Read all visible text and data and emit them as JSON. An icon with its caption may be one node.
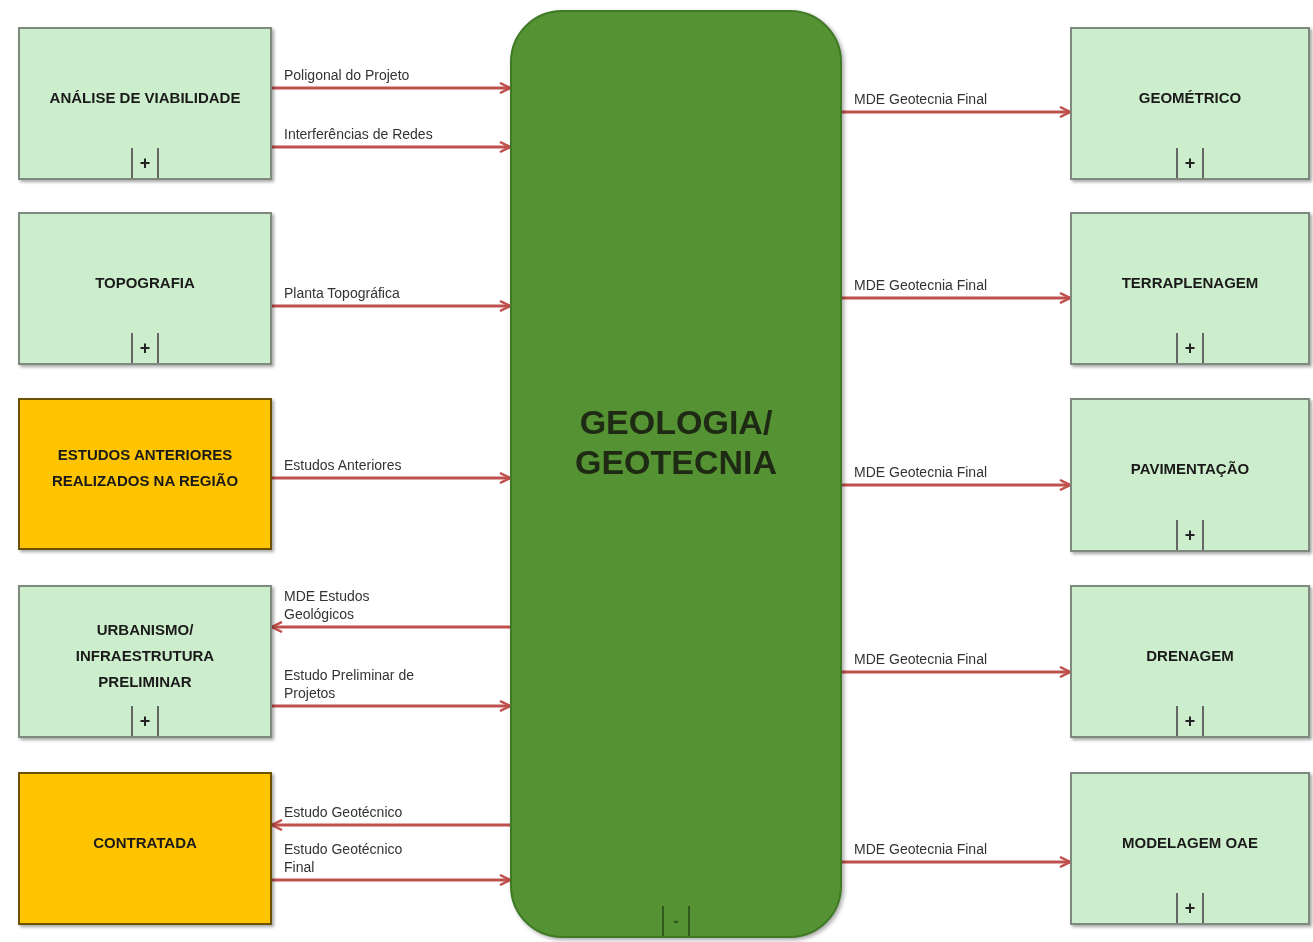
{
  "diagram": {
    "nodes": [
      {
        "text": [
          "ANÁLISE DE VIABILIDADE",
          "+"
        ]
      },
      {
        "text": [
          "TOPOGRAFIA",
          "+"
        ]
      },
      {
        "text": [
          "ESTUDOS ANTERIORES REALIZADOS NA REGIÃO"
        ]
      },
      {
        "text": [
          "URBANISMO/ INFRAESTRUTURA PRELIMINAR",
          "+"
        ]
      },
      {
        "text": [
          "CONTRATADA"
        ]
      },
      {
        "text": [
          "GEOLOGIA/ GEOTECNIA",
          "-"
        ]
      },
      {
        "text": [
          "GEOMÉTRICO",
          "+"
        ]
      },
      {
        "text": [
          "TERRAPLENAGEM",
          "+"
        ]
      },
      {
        "text": [
          "PAVIMENTAÇÃO",
          "+"
        ]
      },
      {
        "text": [
          "DRENAGEM",
          "+"
        ]
      },
      {
        "text": [
          "MODELAGEM OAE",
          "+"
        ]
      }
    ],
    "edges": [
      {
        "from": 0,
        "to": 5,
        "arrow": "to",
        "label": "Poligonal do Projeto"
      },
      {
        "from": 0,
        "to": 5,
        "arrow": "to",
        "label": "Interferências de Redes"
      },
      {
        "from": 1,
        "to": 5,
        "arrow": "to",
        "label": "Planta Topográfica"
      },
      {
        "from": 2,
        "to": 5,
        "arrow": "to",
        "label": "Estudos Anteriores"
      },
      {
        "from": 5,
        "to": 3,
        "arrow": "to",
        "label": "MDE Estudos Geológicos"
      },
      {
        "from": 3,
        "to": 5,
        "arrow": "to",
        "label": "Estudo Preliminar de Projetos"
      },
      {
        "from": 5,
        "to": 4,
        "arrow": "to",
        "label": "Estudo Geotécnico"
      },
      {
        "from": 4,
        "to": 5,
        "arrow": "to",
        "label": "Estudo Geotécnico Final"
      },
      {
        "from": 5,
        "to": 6,
        "arrow": "to",
        "label": "MDE Geotecnia Final"
      },
      {
        "from": 5,
        "to": 7,
        "arrow": "to",
        "label": "MDE Geotecnia Final"
      },
      {
        "from": 5,
        "to": 8,
        "arrow": "to",
        "label": "MDE Geotecnia Final"
      },
      {
        "from": 5,
        "to": 9,
        "arrow": "to",
        "label": "MDE Geotecnia Final"
      },
      {
        "from": 5,
        "to": 10,
        "arrow": "to",
        "label": "MDE Geotecnia Final"
      }
    ]
  }
}
